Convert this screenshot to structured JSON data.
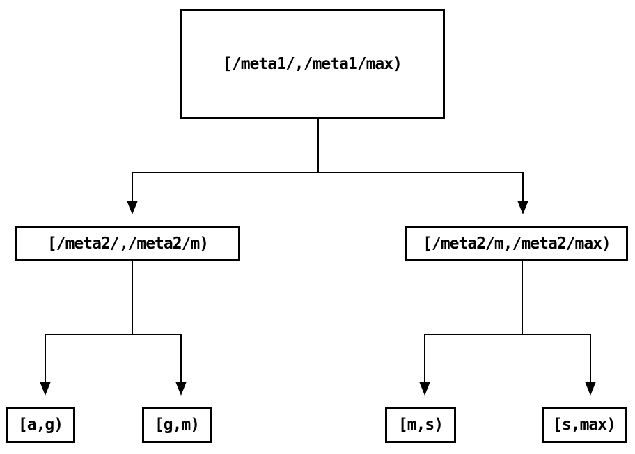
{
  "diagram_title": "key-range-partition-tree",
  "colors": {
    "background": "#ffffff",
    "line": "#000000",
    "text": "#000000"
  },
  "nodes": {
    "root": {
      "label": "[/meta1/,/meta1/max)"
    },
    "level2_left": {
      "label": "[/meta2/,/meta2/m)"
    },
    "level2_right": {
      "label": "[/meta2/m,/meta2/max)"
    },
    "leaf_a_g": {
      "label": "[a,g)"
    },
    "leaf_g_m": {
      "label": "[g,m)"
    },
    "leaf_m_s": {
      "label": "[m,s)"
    },
    "leaf_s_max": {
      "label": "[s,max)"
    }
  },
  "edges": [
    {
      "from": "root",
      "to": "level2_left"
    },
    {
      "from": "root",
      "to": "level2_right"
    },
    {
      "from": "level2_left",
      "to": "leaf_a_g"
    },
    {
      "from": "level2_left",
      "to": "leaf_g_m"
    },
    {
      "from": "level2_right",
      "to": "leaf_m_s"
    },
    {
      "from": "level2_right",
      "to": "leaf_s_max"
    }
  ]
}
